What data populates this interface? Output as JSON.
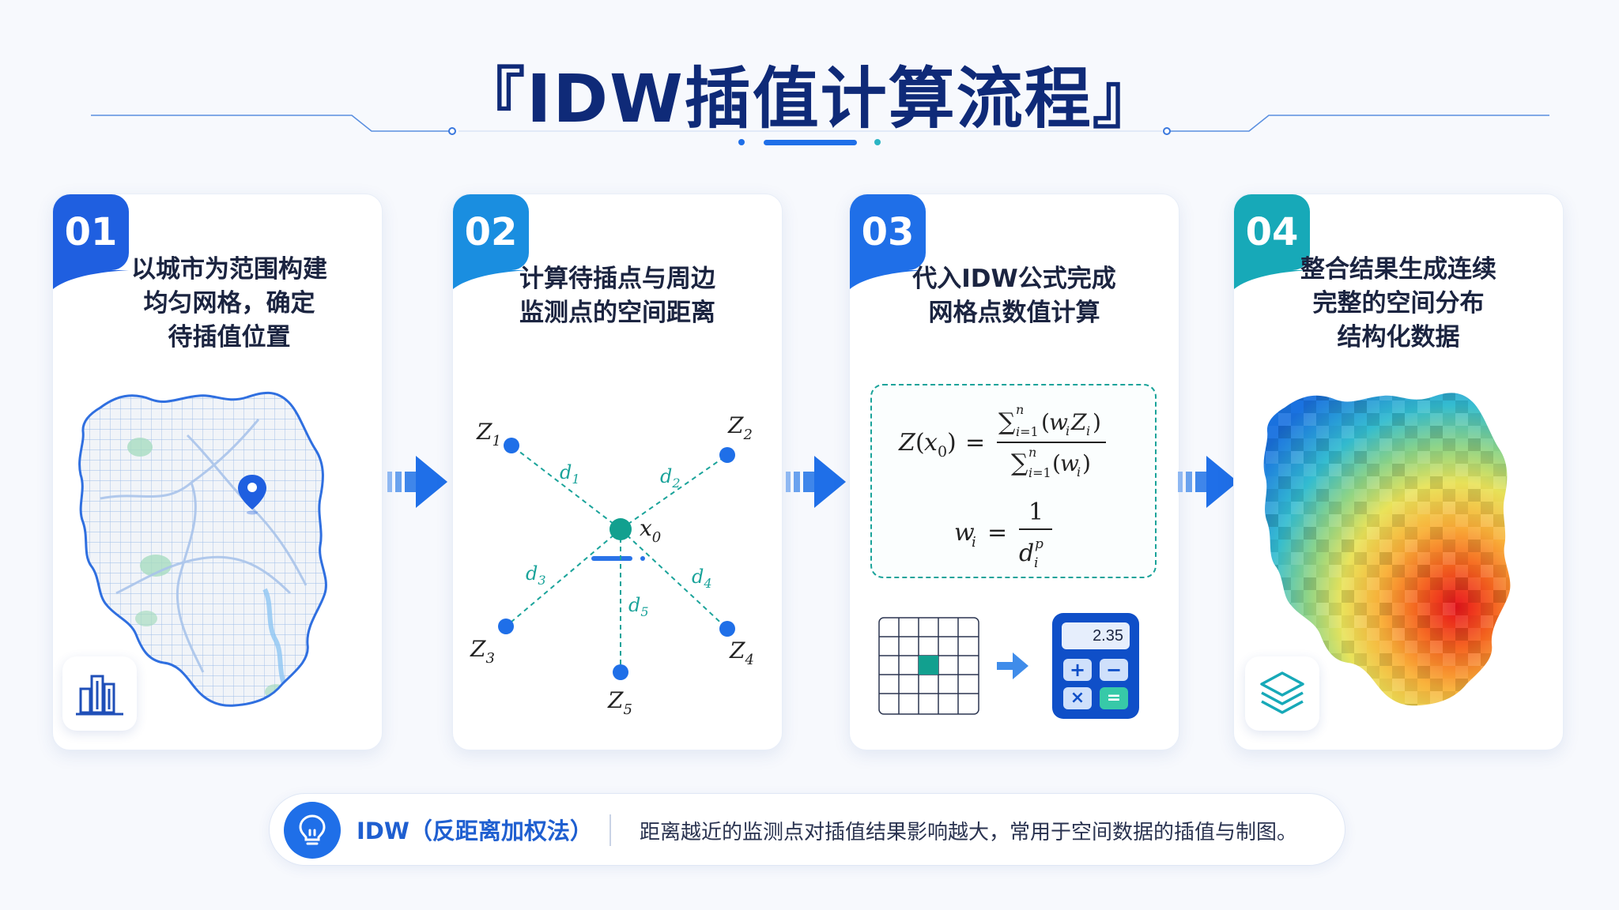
{
  "title": "『IDW插值计算流程』",
  "colors": {
    "title": "#0f2a78",
    "step1": "#1f5fe0",
    "step2": "#1a8ee0",
    "step3": "#1f6fe8",
    "step4": "#17a9b8",
    "teal": "#1aa39a",
    "point": "#1f6fe8"
  },
  "steps": [
    {
      "badge": "01",
      "lines": [
        "以城市为范围构建",
        "均匀网格，确定",
        "待插值位置"
      ],
      "icon": "city-buildings-icon"
    },
    {
      "badge": "02",
      "lines": [
        "计算待插点与周边",
        "监测点的空间距离"
      ],
      "icon": "distance-diagram"
    },
    {
      "badge": "03",
      "lines": [
        "代入IDW公式完成",
        "网格点数值计算"
      ],
      "icon": "calculator-icon"
    },
    {
      "badge": "04",
      "lines": [
        "整合结果生成连续",
        "完整的空间分布",
        "结构化数据"
      ],
      "icon": "layers-icon"
    }
  ],
  "distance_diagram": {
    "center": "x0",
    "points": [
      "Z1",
      "Z2",
      "Z3",
      "Z4",
      "Z5"
    ],
    "distances": [
      "d1",
      "d2",
      "d3",
      "d4",
      "d5"
    ]
  },
  "calculator": {
    "display": "2.35"
  },
  "bottom": {
    "term": "IDW（反距离加权法）",
    "description": "距离越近的监测点对插值结果影响越大，常用于空间数据的插值与制图。"
  }
}
